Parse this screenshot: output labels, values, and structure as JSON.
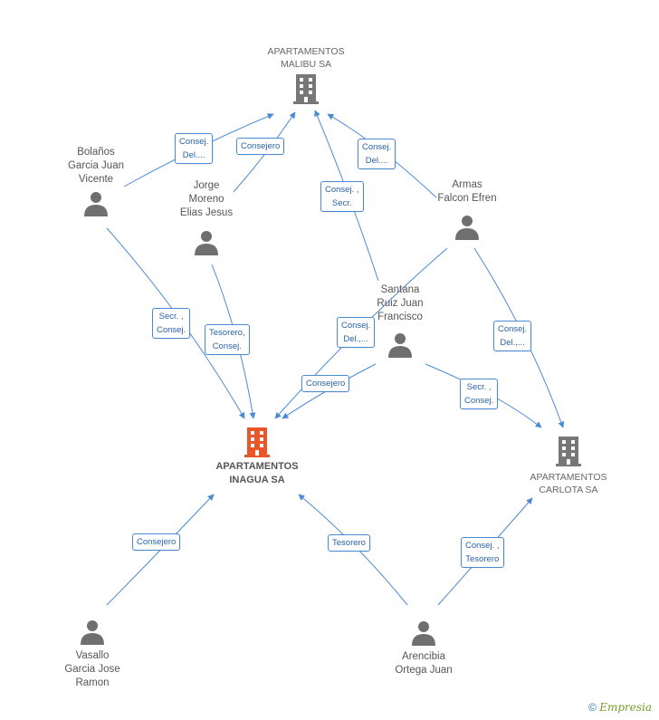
{
  "companies": {
    "malibu": {
      "line1": "APARTAMENTOS",
      "line2": "MALIBU SA"
    },
    "inagua": {
      "line1": "APARTAMENTOS",
      "line2": "INAGUA SA"
    },
    "carlota": {
      "line1": "APARTAMENTOS",
      "line2": "CARLOTA SA"
    }
  },
  "people": {
    "bolanos": {
      "line1": "Bolaños",
      "line2": "Garcia Juan",
      "line3": "Vicente"
    },
    "jorge": {
      "line1": "Jorge",
      "line2": "Moreno",
      "line3": "Elias Jesus"
    },
    "armas": {
      "line1": "Armas",
      "line2": "Falcon Efren"
    },
    "santana": {
      "line1": "Santana",
      "line2": "Ruiz Juan",
      "line3": "Francisco"
    },
    "vasallo": {
      "line1": "Vasallo",
      "line2": "Garcia Jose",
      "line3": "Ramon"
    },
    "arencibia": {
      "line1": "Arencibia",
      "line2": "Ortega Juan"
    }
  },
  "edge_labels": {
    "bolanos_malibu": {
      "l1": "Consej.",
      "l2": "Del...."
    },
    "jorge_malibu": {
      "l1": "Consejero"
    },
    "santana_malibu": {
      "l1": "Consej. ,",
      "l2": "Secr."
    },
    "armas_malibu": {
      "l1": "Consej.",
      "l2": "Del...."
    },
    "bolanos_inagua": {
      "l1": "Secr. ,",
      "l2": "Consej."
    },
    "jorge_inagua": {
      "l1": "Tesorero,",
      "l2": "Consej."
    },
    "armas_inagua": {
      "l1": "Consej.",
      "l2": "Del.,..."
    },
    "santana_inagua": {
      "l1": "Consejero"
    },
    "santana_carlota": {
      "l1": "Secr. ,",
      "l2": "Consej."
    },
    "armas_carlota": {
      "l1": "Consej.",
      "l2": "Del.,..."
    },
    "vasallo_inagua": {
      "l1": "Consejero"
    },
    "arencibia_inagua": {
      "l1": "Tesorero"
    },
    "arencibia_carlota": {
      "l1": "Consej. ,",
      "l2": "Tesorero"
    }
  },
  "colors": {
    "edge": "#4a8ad4",
    "company": "#777777",
    "main_company": "#e8562a",
    "person": "#6f6f6f"
  },
  "footer": {
    "copyright": "©",
    "brand": "Empresia"
  }
}
